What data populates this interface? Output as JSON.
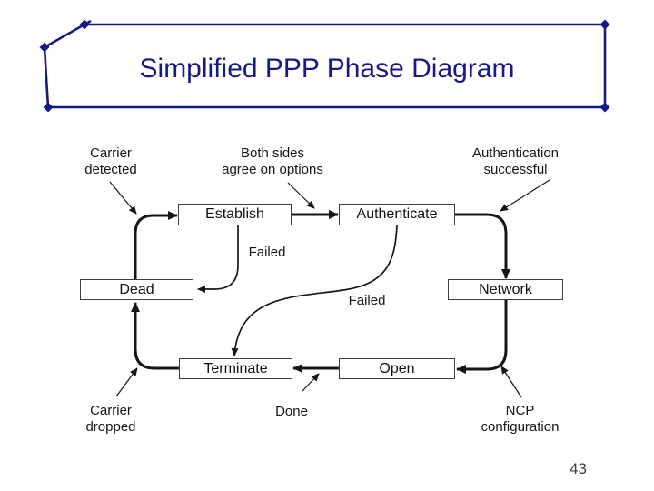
{
  "slide": {
    "title": "Simplified PPP Phase Diagram",
    "page_number": "43"
  },
  "colors": {
    "title_navy": "#191983",
    "line_black": "#161616",
    "box_border": "#3f3f3f",
    "background": "#ffffff"
  },
  "diagram": {
    "type": "state-diagram",
    "states": [
      {
        "label": "Establish"
      },
      {
        "label": "Authenticate"
      },
      {
        "label": "Dead"
      },
      {
        "label": "Network"
      },
      {
        "label": "Terminate"
      },
      {
        "label": "Open"
      }
    ],
    "transitions": [
      {
        "from": "Dead",
        "to": "Establish",
        "label": "Carrier\ndetected"
      },
      {
        "from": "Establish",
        "to": "Authenticate",
        "label": "Both sides\nagree on options"
      },
      {
        "from": "Authenticate",
        "to": "Network",
        "label": "Authentication\nsuccessful"
      },
      {
        "from": "Establish",
        "to": "Dead",
        "label": "Failed"
      },
      {
        "from": "Authenticate",
        "to": "Terminate",
        "label": "Failed"
      },
      {
        "from": "Network",
        "to": "Open",
        "label": "NCP\nconfiguration"
      },
      {
        "from": "Open",
        "to": "Terminate",
        "label": "Done"
      },
      {
        "from": "Terminate",
        "to": "Dead",
        "label": "Carrier\ndropped"
      }
    ]
  }
}
